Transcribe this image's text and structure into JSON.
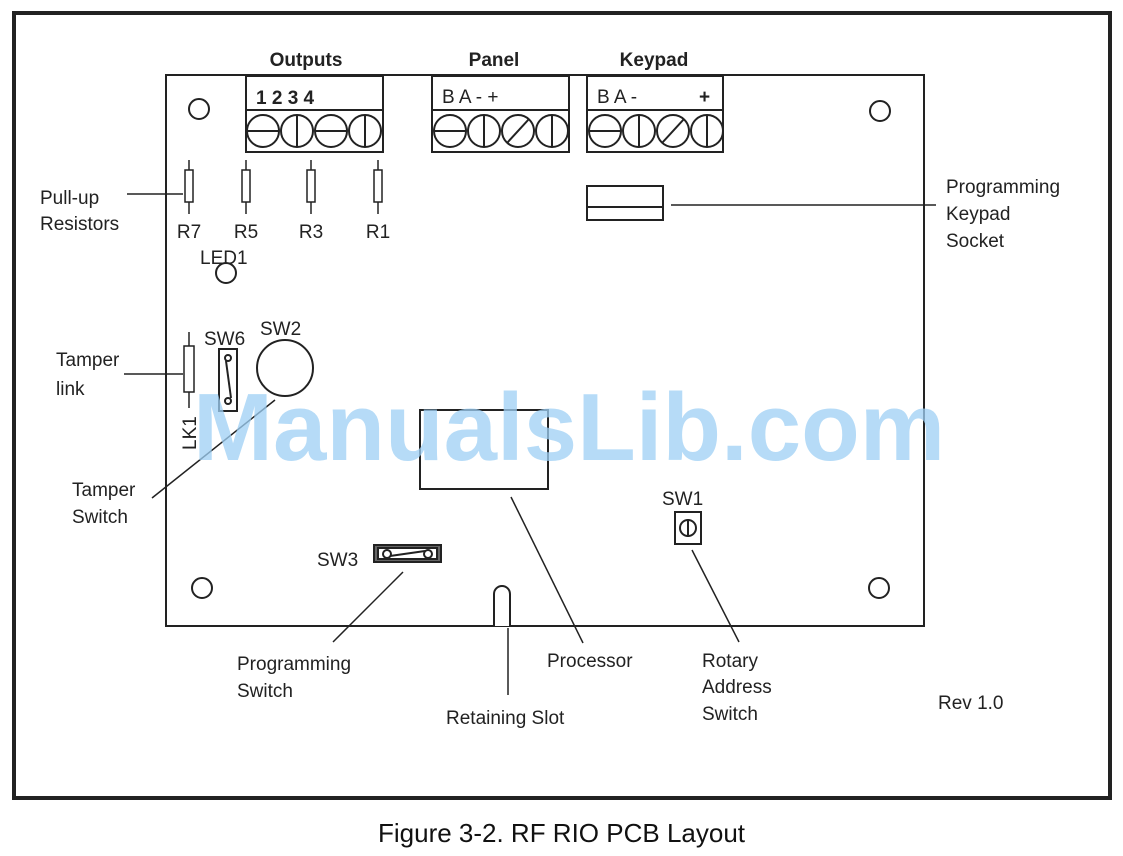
{
  "diagram": {
    "headers": {
      "outputs": "Outputs",
      "panel": "Panel",
      "keypad": "Keypad"
    },
    "terminal_labels": {
      "outputs": "1 2 3 4",
      "panel": "B A - +",
      "keypad_ba": "B A -",
      "keypad_plus": "+"
    },
    "components": {
      "r7": "R7",
      "r5": "R5",
      "r3": "R3",
      "r1": "R1",
      "led1": "LED1",
      "sw6": "SW6",
      "sw2": "SW2",
      "lk1": "LK1",
      "sw3": "SW3",
      "sw1": "SW1"
    },
    "callouts": {
      "pullup": [
        "Pull-up",
        "Resistors"
      ],
      "tamper_link": [
        "Tamper",
        "link"
      ],
      "tamper_switch": [
        "Tamper",
        "Switch"
      ],
      "programming_switch": [
        "Programming",
        "Switch"
      ],
      "retaining_slot": "Retaining Slot",
      "processor": "Processor",
      "rotary": [
        "Rotary",
        "Address",
        "Switch"
      ],
      "prog_keypad_socket": [
        "Programming",
        "Keypad",
        "Socket"
      ]
    },
    "revision": "Rev 1.0",
    "watermark": "ManualsLib.com"
  },
  "caption": "Figure 3-2. RF RIO PCB Layout"
}
